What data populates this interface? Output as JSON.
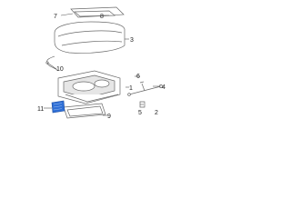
{
  "callouts": {
    "c1": "1",
    "c2": "2",
    "c3": "3",
    "c4": "4",
    "c5": "5",
    "c6": "6",
    "c7": "7",
    "c8": "8",
    "c9": "9",
    "c10": "10",
    "c11": "11"
  },
  "colors": {
    "highlight": "#2f6fd6",
    "stroke": "#6a6a6a"
  }
}
